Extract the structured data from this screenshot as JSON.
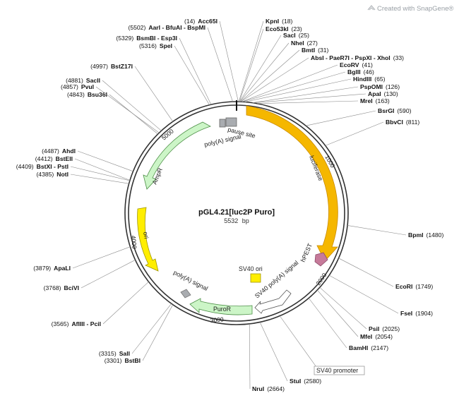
{
  "watermark": "Created with SnapGene®",
  "plasmid": {
    "name": "pGL4.21[luc2P Puro]",
    "length": 5532,
    "length_unit": "bp"
  },
  "sites": [
    {
      "name": "Acc65I",
      "pos": 14
    },
    {
      "name": "KpnI",
      "pos": 18
    },
    {
      "name": "Eco53kI",
      "pos": 23
    },
    {
      "name": "SacI",
      "pos": 25
    },
    {
      "name": "NheI",
      "pos": 27
    },
    {
      "name": "BmtI",
      "pos": 31
    },
    {
      "name": "AbsI - PaeR7I - PspXI - XhoI",
      "pos": 33
    },
    {
      "name": "EcoRV",
      "pos": 41
    },
    {
      "name": "BglII",
      "pos": 46
    },
    {
      "name": "HindIII",
      "pos": 65
    },
    {
      "name": "PspOMI",
      "pos": 126
    },
    {
      "name": "ApaI",
      "pos": 130
    },
    {
      "name": "MreI",
      "pos": 163
    },
    {
      "name": "BsrGI",
      "pos": 590
    },
    {
      "name": "BbvCI",
      "pos": 811
    },
    {
      "name": "BpmI",
      "pos": 1480
    },
    {
      "name": "EcoRI",
      "pos": 1749
    },
    {
      "name": "FseI",
      "pos": 1904
    },
    {
      "name": "PsiI",
      "pos": 2025
    },
    {
      "name": "MfeI",
      "pos": 2054
    },
    {
      "name": "BamHI",
      "pos": 2147
    },
    {
      "name": "StuI",
      "pos": 2580
    },
    {
      "name": "NruI",
      "pos": 2664
    },
    {
      "name": "BstBI",
      "pos": 3301
    },
    {
      "name": "SalI",
      "pos": 3315
    },
    {
      "name": "AflIII - PciI",
      "pos": 3565
    },
    {
      "name": "BciVI",
      "pos": 3768
    },
    {
      "name": "ApaLI",
      "pos": 3879
    },
    {
      "name": "NotI",
      "pos": 4385
    },
    {
      "name": "BstXI - PstI",
      "pos": 4409
    },
    {
      "name": "BstEII",
      "pos": 4412
    },
    {
      "name": "AhdI",
      "pos": 4487
    },
    {
      "name": "Bsu36I",
      "pos": 4843
    },
    {
      "name": "PvuI",
      "pos": 4857
    },
    {
      "name": "SacII",
      "pos": 4881
    },
    {
      "name": "BstZ17I",
      "pos": 4997
    },
    {
      "name": "SpeI",
      "pos": 5316
    },
    {
      "name": "BsmBI - Esp3I",
      "pos": 5329
    },
    {
      "name": "AarI - BfuAI - BspMI",
      "pos": 5502
    }
  ],
  "features": [
    {
      "name": "luciferase",
      "color": "#f5b700"
    },
    {
      "name": "hPEST",
      "color": "#c67a9a"
    },
    {
      "name": "SV40 poly(A) signal",
      "color": "#ffffff"
    },
    {
      "name": "PuroR",
      "color": "#ccf5c7"
    },
    {
      "name": "poly(A) signal",
      "color": "#a9acb0"
    },
    {
      "name": "SV40 ori",
      "color": "#ffee00"
    },
    {
      "name": "ori",
      "color": "#ffee00"
    },
    {
      "name": "AmpR",
      "color": "#ccf5c7"
    },
    {
      "name": "pause site",
      "color": "#a9acb0"
    },
    {
      "name": "poly(A) signal",
      "color": "#a9acb0"
    },
    {
      "name": "SV40 promoter",
      "color": "#ffffff"
    }
  ],
  "ticks": [
    "1000",
    "2000",
    "3000",
    "4000",
    "5000"
  ]
}
